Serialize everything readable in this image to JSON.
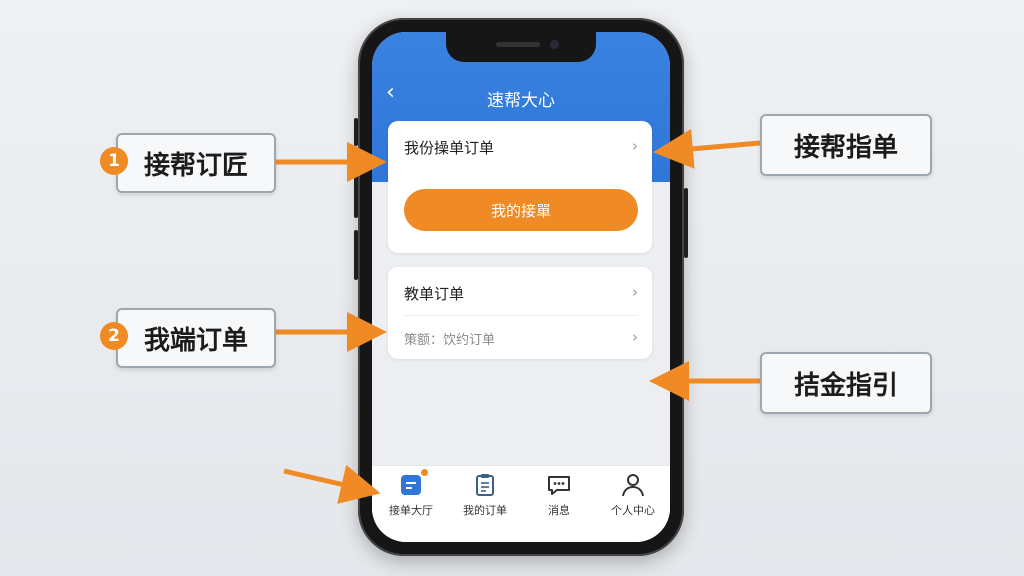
{
  "app": {
    "title": "速帮大心",
    "back_glyph": "‹"
  },
  "card1": {
    "row_title": "我份操单订单",
    "chevron": "›",
    "button_label": "我的接單"
  },
  "card2": {
    "row_title": "教单订单",
    "row_sub": "策额：饮约订单",
    "chevron": "›"
  },
  "tabbar": {
    "items": [
      {
        "label": "接单大厅",
        "icon": "hall-icon",
        "badge": true
      },
      {
        "label": "我的订单",
        "icon": "clipboard-icon",
        "badge": false
      },
      {
        "label": "消息",
        "icon": "message-icon",
        "badge": false
      },
      {
        "label": "个人中心",
        "icon": "person-icon",
        "badge": false
      }
    ]
  },
  "callouts": {
    "left_top": {
      "number": "1",
      "text": "接帮订匠"
    },
    "left_mid": {
      "number": "2",
      "text": "我端订单"
    },
    "right_top": {
      "text": "接帮指单"
    },
    "right_mid": {
      "text": "拮金指引"
    }
  },
  "colors": {
    "header_blue": "#2f76d8",
    "accent_orange": "#f08a24"
  }
}
